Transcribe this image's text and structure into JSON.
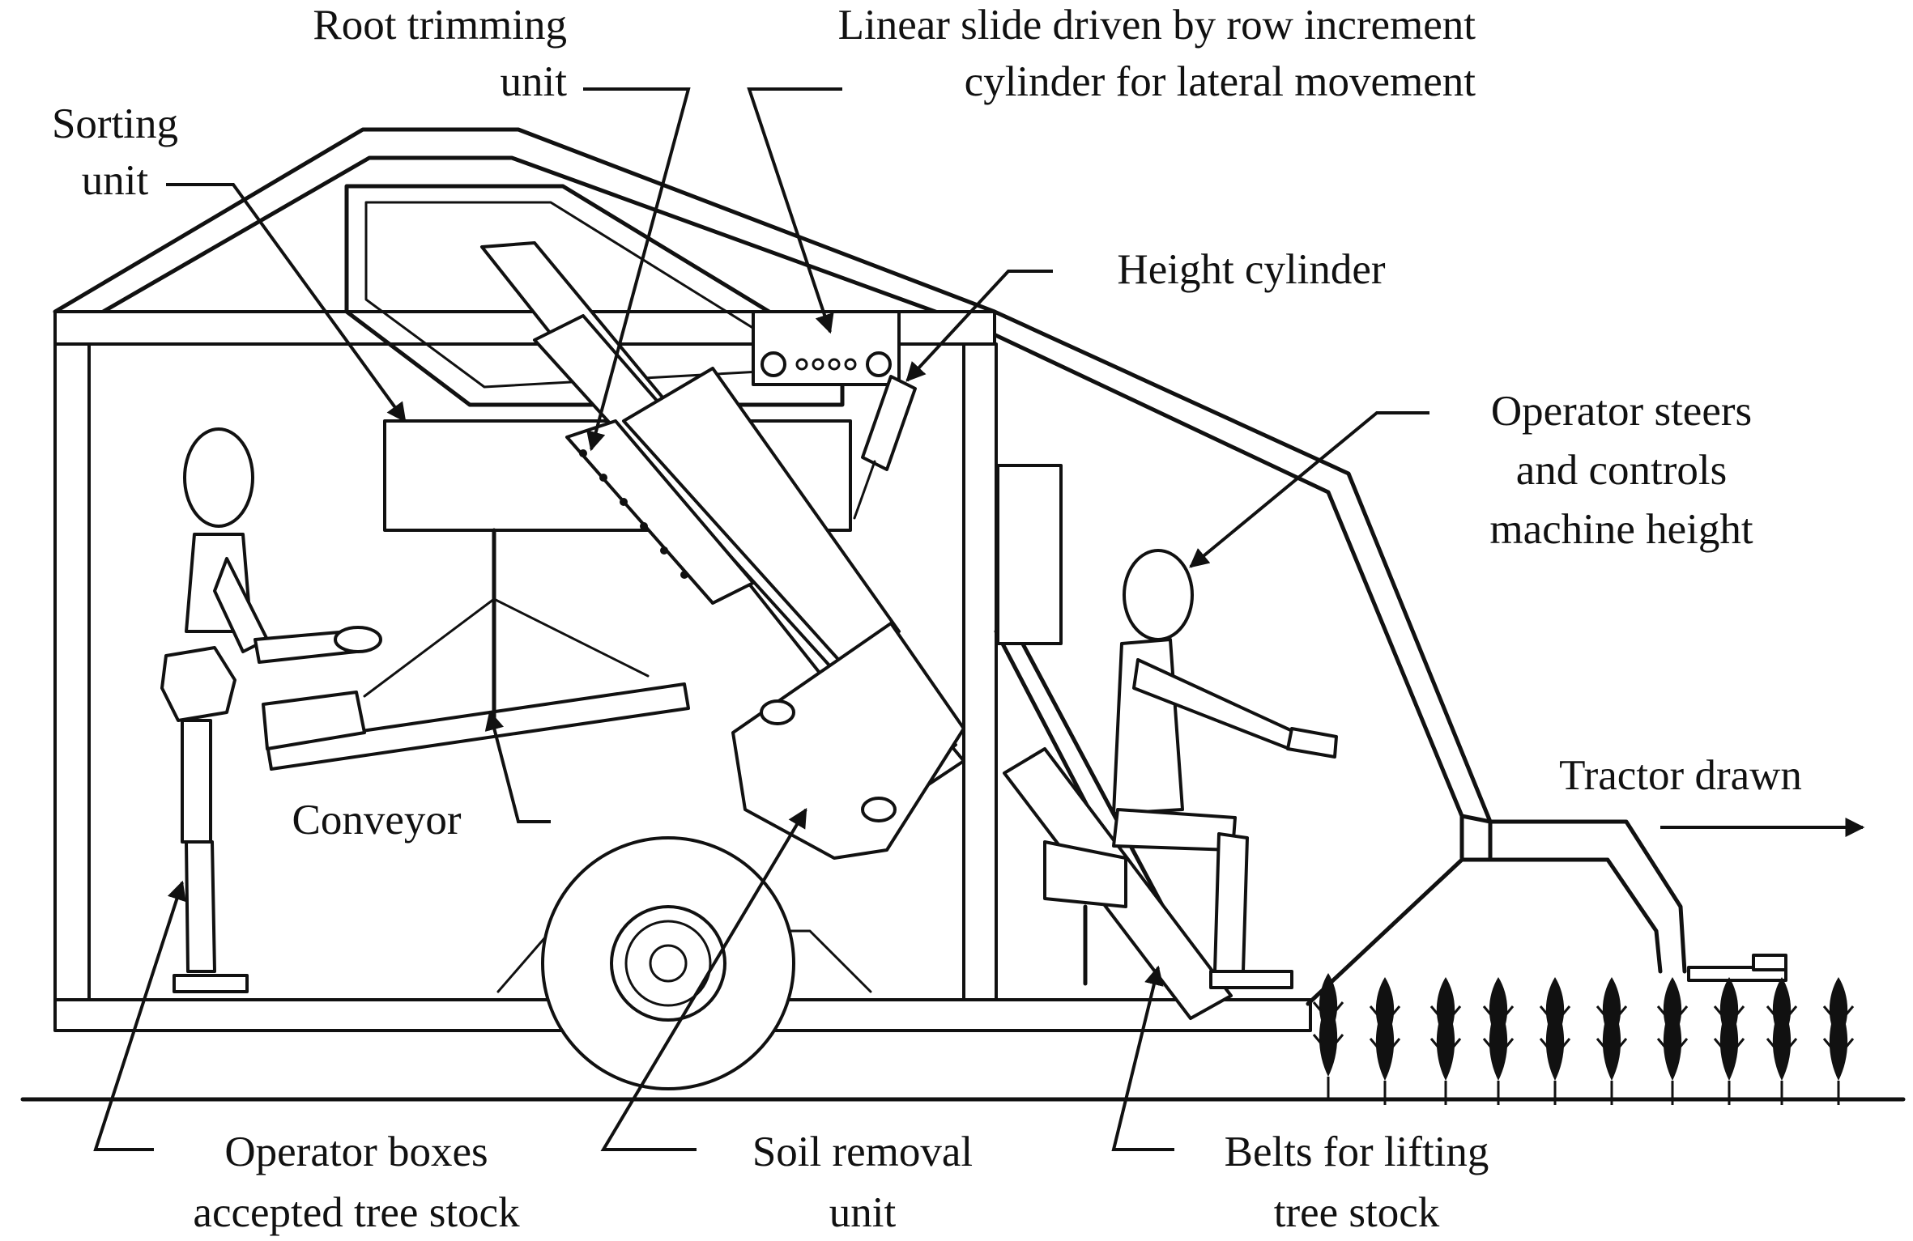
{
  "labels": {
    "root_trimming": [
      "Root trimming",
      "unit"
    ],
    "linear_slide": [
      "Linear slide driven by row increment",
      "cylinder for lateral movement"
    ],
    "sorting_unit": [
      "Sorting",
      "unit"
    ],
    "height_cylinder": [
      "Height cylinder"
    ],
    "operator_steers": [
      "Operator steers",
      "and controls",
      "machine height"
    ],
    "tractor_drawn": [
      "Tractor drawn"
    ],
    "conveyor": [
      "Conveyor"
    ],
    "operator_boxes": [
      "Operator boxes",
      "accepted tree stock"
    ],
    "soil_removal": [
      "Soil removal",
      "unit"
    ],
    "belts_lifting": [
      "Belts for lifting",
      "tree stock"
    ]
  },
  "colors": {
    "line": "#111111",
    "background": "#ffffff"
  },
  "icons": {
    "direction": "arrow-right-icon",
    "leader_tip": "arrowhead-icon"
  }
}
